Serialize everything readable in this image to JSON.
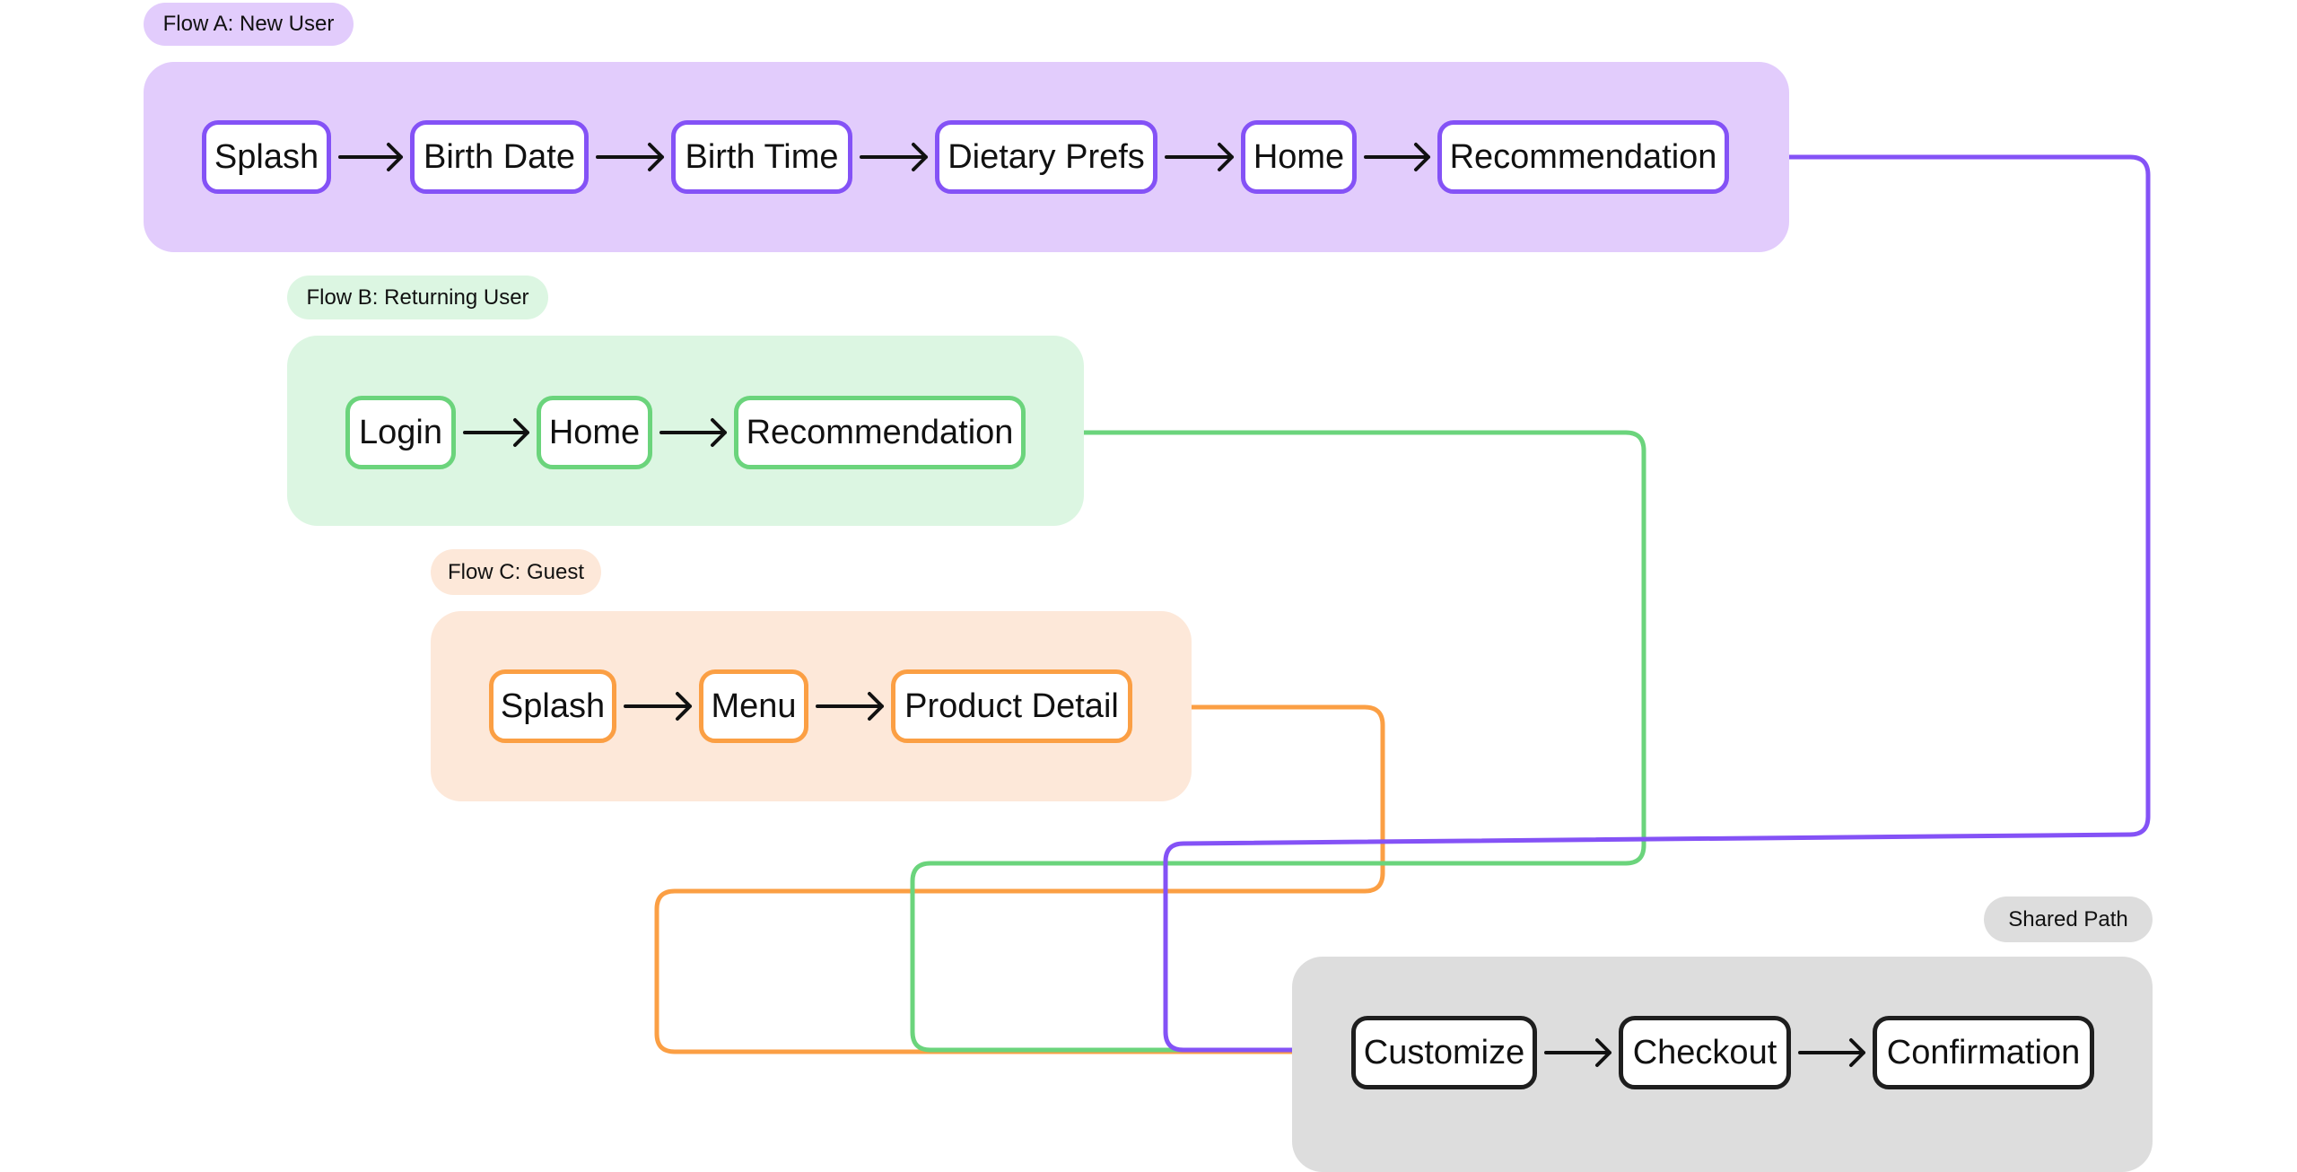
{
  "colors": {
    "flow_a": {
      "fill": "#e2ccfc",
      "stroke": "#8452f6"
    },
    "flow_b": {
      "fill": "#dcf6e2",
      "stroke": "#6bd47c"
    },
    "flow_c": {
      "fill": "#fde8d9",
      "stroke": "#fb9f44"
    },
    "shared": {
      "fill": "#dddddd",
      "stroke": "#1e1e1e"
    }
  },
  "flows": [
    {
      "id": "flow_a",
      "label": "Flow A: New User",
      "steps": [
        "Splash",
        "Birth Date",
        "Birth Time",
        "Dietary Prefs",
        "Home",
        "Recommendation"
      ]
    },
    {
      "id": "flow_b",
      "label": "Flow B: Returning User",
      "steps": [
        "Login",
        "Home",
        "Recommendation"
      ]
    },
    {
      "id": "flow_c",
      "label": "Flow C: Guest",
      "steps": [
        "Splash",
        "Menu",
        "Product Detail"
      ]
    },
    {
      "id": "shared",
      "label": "Shared Path",
      "steps": [
        "Customize",
        "Checkout",
        "Confirmation"
      ]
    }
  ],
  "connections": [
    {
      "from": "Flow A: Recommendation",
      "to": "Shared Path: Customize",
      "color_key": "flow_a"
    },
    {
      "from": "Flow B: Recommendation",
      "to": "Shared Path: Customize",
      "color_key": "flow_b"
    },
    {
      "from": "Flow C: Product Detail",
      "to": "Shared Path: Customize",
      "color_key": "flow_c"
    }
  ],
  "arrow_glyph": "⟶"
}
